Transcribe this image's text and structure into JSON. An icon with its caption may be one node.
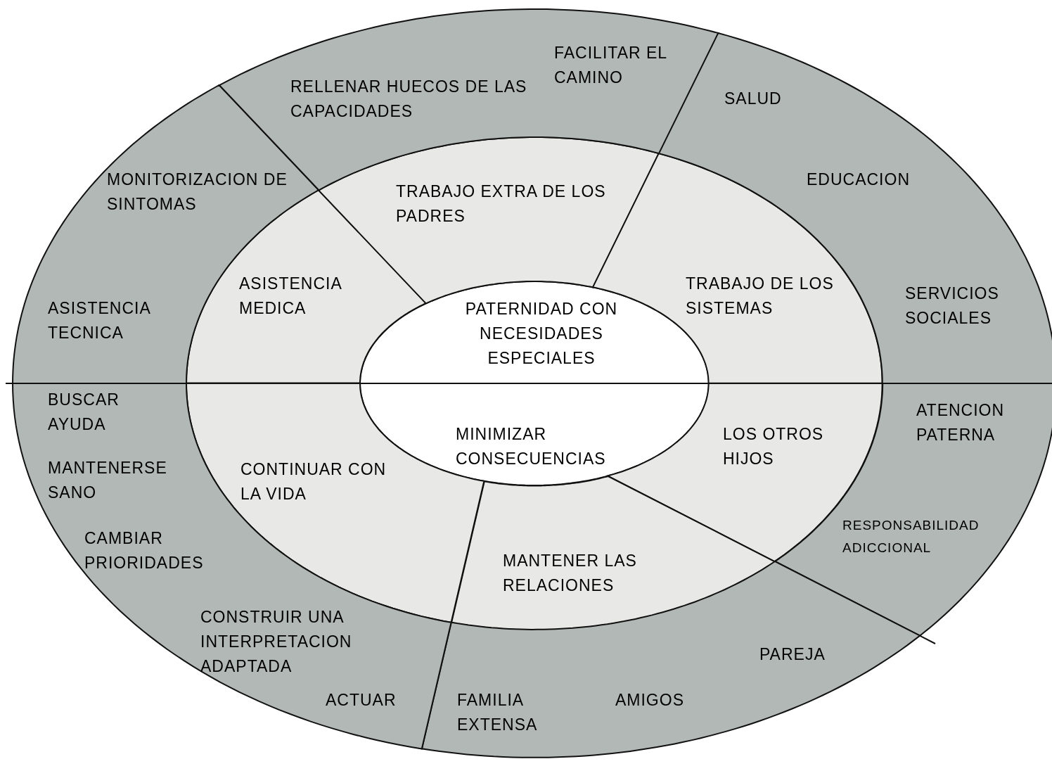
{
  "diagram": {
    "nodes": [
      {
        "text": [
          "PATERNIDAD CON NECESIDADES ESPECIALES"
        ]
      },
      {
        "text": [
          "MINIMIZAR CONSECUENCIAS"
        ]
      },
      {
        "text": [
          "ASISTENCIA MEDICA"
        ]
      },
      {
        "text": [
          "TRABAJO EXTRA DE LOS PADRES"
        ]
      },
      {
        "text": [
          "TRABAJO DE LOS SISTEMAS"
        ]
      },
      {
        "text": [
          "LOS OTROS HIJOS"
        ]
      },
      {
        "text": [
          "MANTENER LAS RELACIONES"
        ]
      },
      {
        "text": [
          "CONTINUAR CON LA VIDA"
        ]
      },
      {
        "text": [
          "MONITORIZACION DE SINTOMAS",
          "ASISTENCIA TECNICA"
        ]
      },
      {
        "text": [
          "FACILITAR EL CAMINO",
          "RELLENAR HUECOS DE LAS CAPACIDADES"
        ]
      },
      {
        "text": [
          "SALUD",
          "EDUCACION",
          "SERVICIOS SOCIALES"
        ]
      },
      {
        "text": [
          "ATENCION PATERNA",
          "RESPONSABILIDAD ADICCIONAL"
        ]
      },
      {
        "text": [
          "PAREJA",
          "FAMILIA EXTENSA",
          "AMIGOS"
        ]
      },
      {
        "text": [
          "BUSCAR AYUDA",
          "MANTENERSE SANO",
          "CAMBIAR PRIORIDADES",
          "CONSTRUIR UNA INTERPRETACION ADAPTADA",
          "ACTUAR"
        ]
      }
    ]
  }
}
